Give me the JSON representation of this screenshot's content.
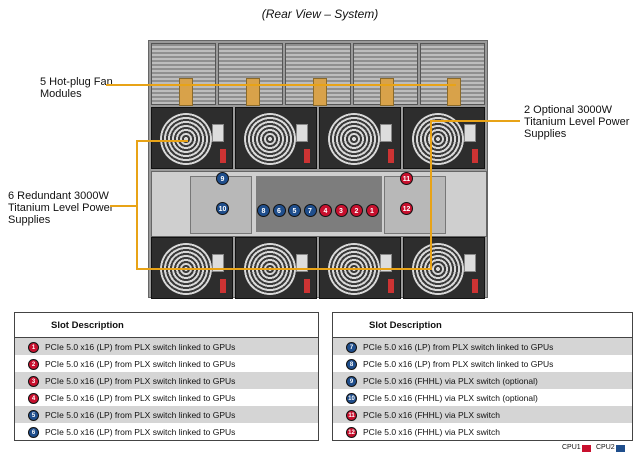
{
  "caption": "(Rear View – System)",
  "labels": {
    "fans": [
      "5 Hot-plug Fan",
      "Modules"
    ],
    "optional_psu": [
      "2 Optional 3000W",
      "Titanium Level Power",
      "Supplies"
    ],
    "redundant_psu": [
      "6 Redundant 3000W",
      "Titanium Level Power",
      "Supplies"
    ]
  },
  "colors": {
    "cpu1": "#c8102e",
    "cpu2": "#1f4e8c",
    "callout": "#e8a317"
  },
  "table_left": {
    "header": "Slot Description",
    "rows": [
      {
        "num": "1",
        "cpu": "cpu1",
        "desc": "PCIe 5.0 x16 (LP) from PLX switch linked to GPUs"
      },
      {
        "num": "2",
        "cpu": "cpu1",
        "desc": "PCIe 5.0 x16 (LP) from PLX switch linked to GPUs"
      },
      {
        "num": "3",
        "cpu": "cpu1",
        "desc": "PCIe 5.0 x16 (LP) from PLX switch linked to GPUs"
      },
      {
        "num": "4",
        "cpu": "cpu1",
        "desc": "PCIe 5.0 x16 (LP) from PLX switch linked to GPUs"
      },
      {
        "num": "5",
        "cpu": "cpu2",
        "desc": "PCIe 5.0 x16 (LP) from PLX switch linked to GPUs"
      },
      {
        "num": "6",
        "cpu": "cpu2",
        "desc": "PCIe 5.0 x16 (LP) from PLX switch linked to GPUs"
      }
    ]
  },
  "table_right": {
    "header": "Slot Description",
    "rows": [
      {
        "num": "7",
        "cpu": "cpu2",
        "desc": "PCIe 5.0 x16 (LP) from PLX switch linked to GPUs"
      },
      {
        "num": "8",
        "cpu": "cpu2",
        "desc": "PCIe 5.0 x16 (LP) from PLX switch linked to GPUs"
      },
      {
        "num": "9",
        "cpu": "cpu2",
        "desc": "PCIe 5.0 x16 (FHHL) via PLX switch (optional)"
      },
      {
        "num": "10",
        "cpu": "cpu2",
        "desc": "PCIe 5.0 x16 (FHHL)  via PLX switch (optional)"
      },
      {
        "num": "11",
        "cpu": "cpu1",
        "desc": "PCIe 5.0 x16 (FHHL) via PLX switch"
      },
      {
        "num": "12",
        "cpu": "cpu1",
        "desc": "PCIe 5.0 x16 (FHHL) via PLX switch"
      }
    ]
  },
  "chassis_slots": {
    "low_profile": [
      {
        "num": "8",
        "cpu": "cpu2"
      },
      {
        "num": "6",
        "cpu": "cpu2"
      },
      {
        "num": "5",
        "cpu": "cpu2"
      },
      {
        "num": "7",
        "cpu": "cpu2"
      },
      {
        "num": "4",
        "cpu": "cpu1"
      },
      {
        "num": "3",
        "cpu": "cpu1"
      },
      {
        "num": "2",
        "cpu": "cpu1"
      },
      {
        "num": "1",
        "cpu": "cpu1"
      }
    ],
    "left_bay": [
      {
        "num": "9",
        "cpu": "cpu2"
      },
      {
        "num": "10",
        "cpu": "cpu2"
      }
    ],
    "right_bay": [
      {
        "num": "11",
        "cpu": "cpu1"
      },
      {
        "num": "12",
        "cpu": "cpu1"
      }
    ]
  },
  "legend": [
    {
      "label": "CPU1",
      "cpu": "cpu1"
    },
    {
      "label": "CPU2",
      "cpu": "cpu2"
    }
  ]
}
